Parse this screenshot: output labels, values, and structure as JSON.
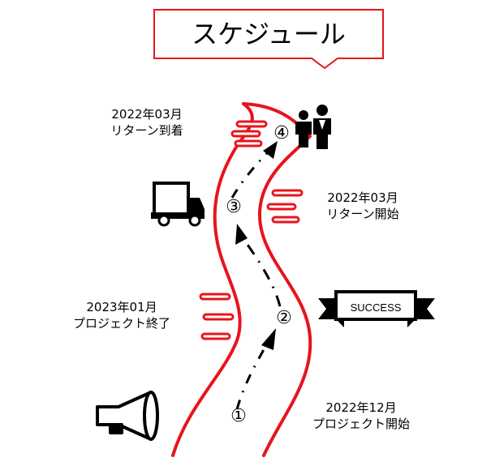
{
  "title": "スケジュール",
  "milestones": [
    {
      "date": "2022年12月",
      "event": "プロジェクト開始"
    },
    {
      "date": "2023年01月",
      "event": "プロジェクト終了"
    },
    {
      "date": "2022年03月",
      "event": "リターン開始"
    },
    {
      "date": "2022年03月",
      "event": "リターン到着"
    }
  ],
  "steps": [
    "①",
    "②",
    "③",
    "④"
  ],
  "banner": "SUCCESS",
  "icons": [
    "megaphone-icon",
    "success-ribbon-icon",
    "truck-icon",
    "people-icon"
  ],
  "colors": {
    "road": "#e8141c",
    "title_border": "#e8141c",
    "dash_marks": "#e8141c"
  }
}
